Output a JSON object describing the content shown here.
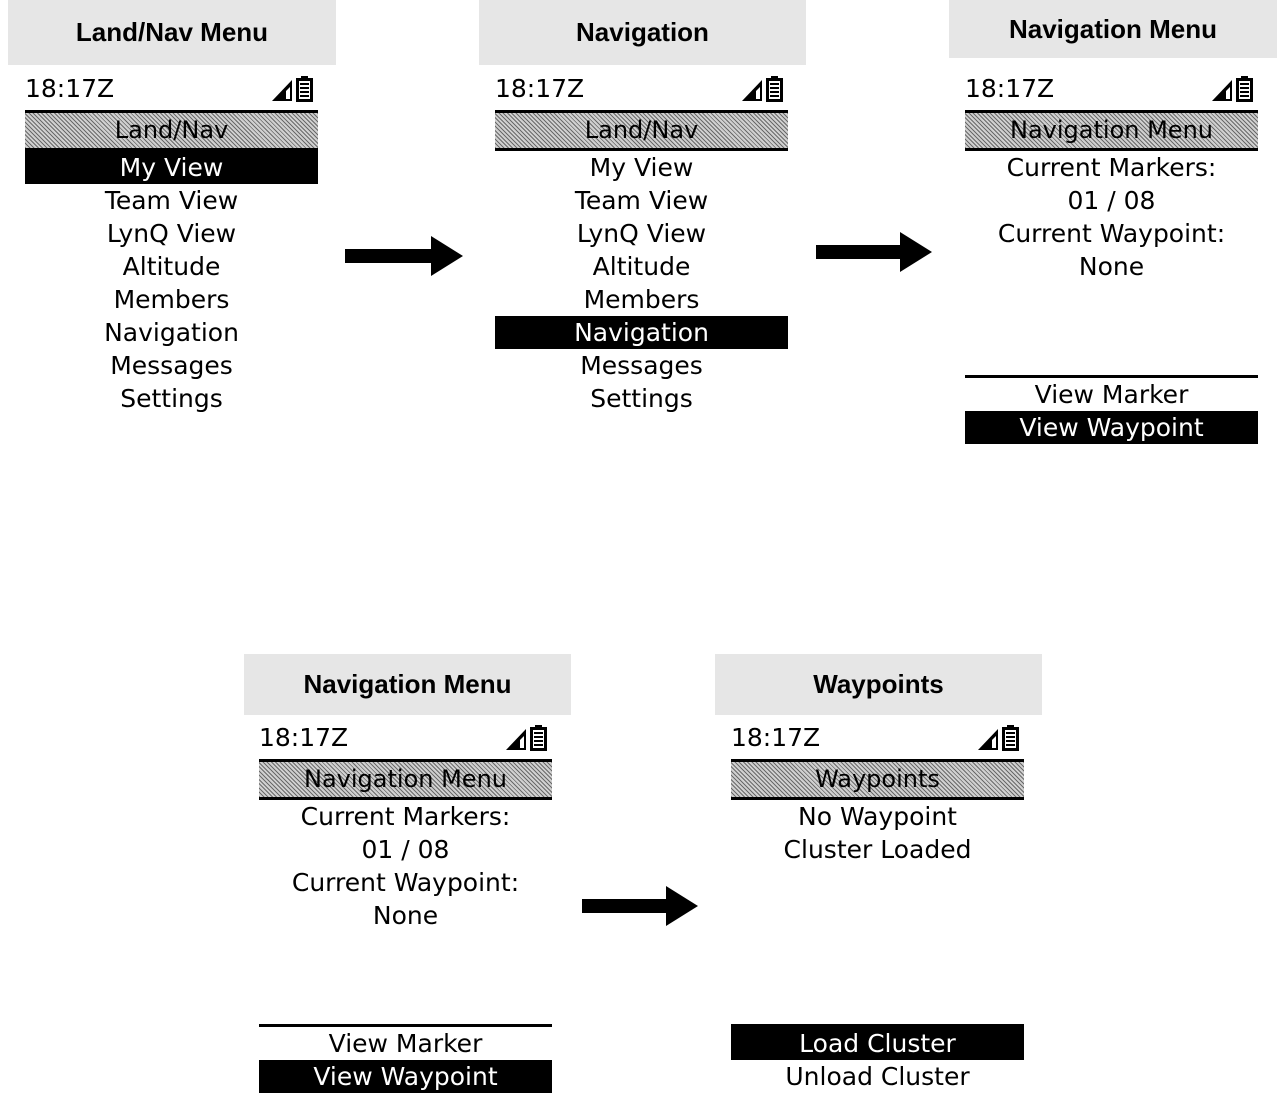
{
  "panels": [
    {
      "caption": "Land/Nav Menu",
      "clock": "18:17Z",
      "title": "Land/Nav",
      "menu": [
        {
          "label": "My View",
          "selected": true
        },
        {
          "label": "Team View",
          "selected": false
        },
        {
          "label": "LynQ View",
          "selected": false
        },
        {
          "label": "Altitude",
          "selected": false
        },
        {
          "label": "Members",
          "selected": false
        },
        {
          "label": "Navigation",
          "selected": false
        },
        {
          "label": "Messages",
          "selected": false
        },
        {
          "label": "Settings",
          "selected": false
        }
      ]
    },
    {
      "caption": "Navigation",
      "clock": "18:17Z",
      "title": "Land/Nav",
      "menu": [
        {
          "label": "My View",
          "selected": false
        },
        {
          "label": "Team View",
          "selected": false
        },
        {
          "label": "LynQ View",
          "selected": false
        },
        {
          "label": "Altitude",
          "selected": false
        },
        {
          "label": "Members",
          "selected": false
        },
        {
          "label": "Navigation",
          "selected": true
        },
        {
          "label": "Messages",
          "selected": false
        },
        {
          "label": "Settings",
          "selected": false
        }
      ]
    },
    {
      "caption": "Navigation Menu",
      "clock": "18:17Z",
      "title": "Navigation Menu",
      "info": [
        "Current Markers:",
        "01 / 08",
        "Current Waypoint:",
        "None"
      ],
      "softkeys": [
        {
          "label": "View Marker",
          "selected": false
        },
        {
          "label": "View Waypoint",
          "selected": true
        }
      ]
    },
    {
      "caption": "Navigation Menu",
      "clock": "18:17Z",
      "title": "Navigation Menu",
      "info": [
        "Current Markers:",
        "01 / 08",
        "Current Waypoint:",
        "None"
      ],
      "softkeys": [
        {
          "label": "View Marker",
          "selected": false
        },
        {
          "label": "View Waypoint",
          "selected": true
        }
      ]
    },
    {
      "caption": "Waypoints",
      "clock": "18:17Z",
      "title": "Waypoints",
      "info": [
        "No Waypoint",
        "Cluster Loaded"
      ],
      "softkeys": [
        {
          "label": "Load Cluster",
          "selected": true
        },
        {
          "label": "Unload Cluster",
          "selected": false
        }
      ]
    }
  ],
  "icons": {
    "signal": "signal-icon",
    "battery": "battery-icon",
    "arrow": "right-arrow-icon"
  },
  "colors": {
    "caption_bg": "#e6e6e6",
    "highlight_bg": "#000000",
    "highlight_fg": "#ffffff"
  }
}
